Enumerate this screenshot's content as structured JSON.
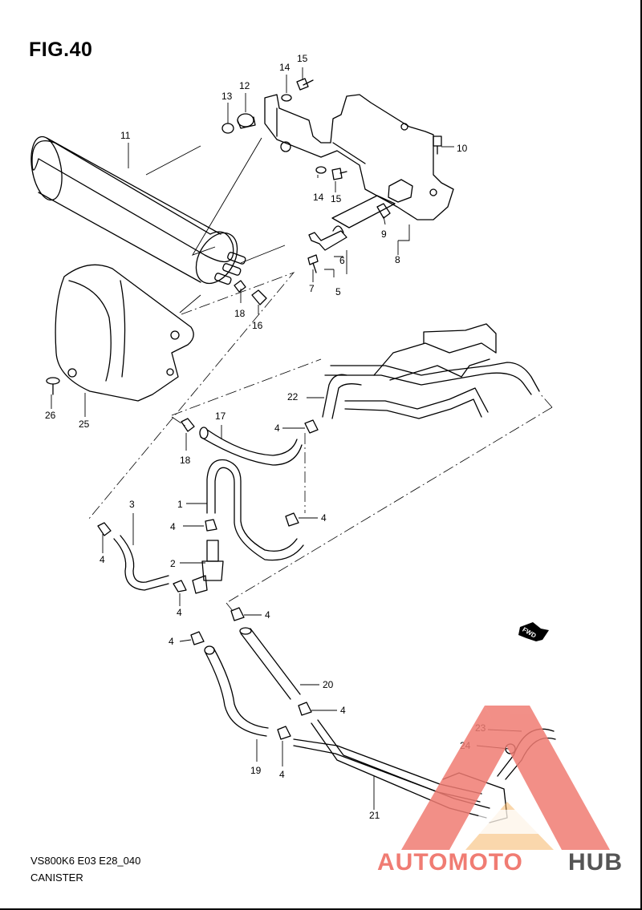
{
  "figure_title": "FIG.40",
  "footer": {
    "code": "VS800K6 E03 E28_040",
    "name": "CANISTER"
  },
  "fwd_label": "FWD",
  "watermark": {
    "text_colored": "AUTOMOTO",
    "text_dark": "HUB",
    "color_primary": "#f07c73",
    "color_secondary": "#f5b15c",
    "color_dark": "#555555"
  },
  "callouts": [
    "1",
    "2",
    "3",
    "4",
    "5",
    "6",
    "7",
    "8",
    "9",
    "10",
    "11",
    "12",
    "13",
    "14",
    "15",
    "16",
    "17",
    "18",
    "19",
    "20",
    "21",
    "22",
    "23",
    "24",
    "25",
    "26"
  ]
}
